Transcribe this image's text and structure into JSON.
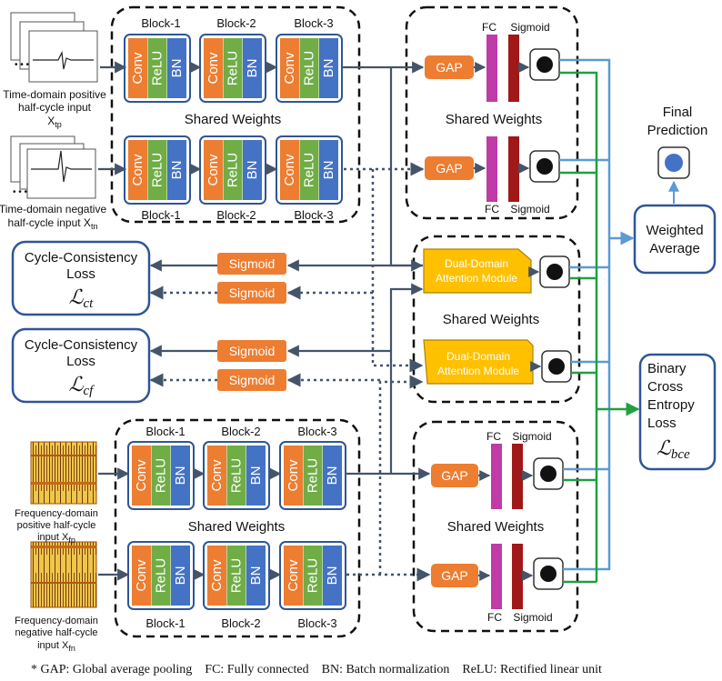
{
  "cnn_top": {
    "blocks_top": [
      "Block-1",
      "Block-2",
      "Block-3"
    ],
    "blocks_bottom": [
      "Block-1",
      "Block-2",
      "Block-3"
    ],
    "layers": [
      "Conv",
      "ReLU",
      "BN"
    ],
    "shared": "Shared Weights"
  },
  "cnn_bottom": {
    "blocks_top": [
      "Block-1",
      "Block-2",
      "Block-3"
    ],
    "blocks_bottom": [
      "Block-1",
      "Block-2",
      "Block-3"
    ],
    "layers": [
      "Conv",
      "ReLU",
      "BN"
    ],
    "shared": "Shared Weights"
  },
  "inputs": {
    "tp": {
      "line1": "Time-domain positive",
      "line2": "half-cycle input",
      "sym": "X",
      "sub": "tp"
    },
    "tn": {
      "line1": "Time-domain negative",
      "line2": "half-cycle input X",
      "sub": "tn"
    },
    "fp": {
      "line1": "Frequency-domain",
      "line2": "positive half-cycle",
      "line3": "input X",
      "sub": "fp"
    },
    "fn": {
      "line1": "Frequency-domain",
      "line2": "negative half-cycle",
      "line3": "input X",
      "sub": "fn"
    }
  },
  "head_top": {
    "gap": "GAP",
    "fc": "FC",
    "sigmoid": "Sigmoid",
    "shared": "Shared Weights"
  },
  "head_bottom": {
    "gap": "GAP",
    "fc": "FC",
    "sigmoid": "Sigmoid",
    "shared": "Shared Weights"
  },
  "attention": {
    "module": [
      "Dual-Domain",
      "Attention Module"
    ],
    "shared": "Shared Weights"
  },
  "losses": {
    "ct": {
      "line1": "Cycle-Consistency",
      "line2": "Loss",
      "sym": "ℒ",
      "sub": "ct"
    },
    "cf": {
      "line1": "Cycle-Consistency",
      "line2": "Loss",
      "sym": "ℒ",
      "sub": "cf"
    },
    "bce": {
      "lines": [
        "Binary",
        "Cross",
        "Entropy",
        "Loss"
      ],
      "sym": "ℒ",
      "sub": "bce"
    },
    "sigmoid": "Sigmoid"
  },
  "output": {
    "final": [
      "Final",
      "Prediction"
    ],
    "weighted": [
      "Weighted",
      "Average"
    ]
  },
  "footnote": "* GAP: Global average pooling    FC: Fully connected    BN: Batch normalization    ReLU: Rectified linear unit",
  "colors": {
    "conv": "#ed7d31",
    "relu": "#70ad47",
    "bn": "#4472c4",
    "gap": "#ed7d31",
    "fc": "#c03aa8",
    "sig": "#b01818",
    "attention": "#ffc000",
    "arrow": "#44546a",
    "blue_line": "#5b9bd5",
    "green_line": "#20a040",
    "box_border": "#2f5597"
  }
}
